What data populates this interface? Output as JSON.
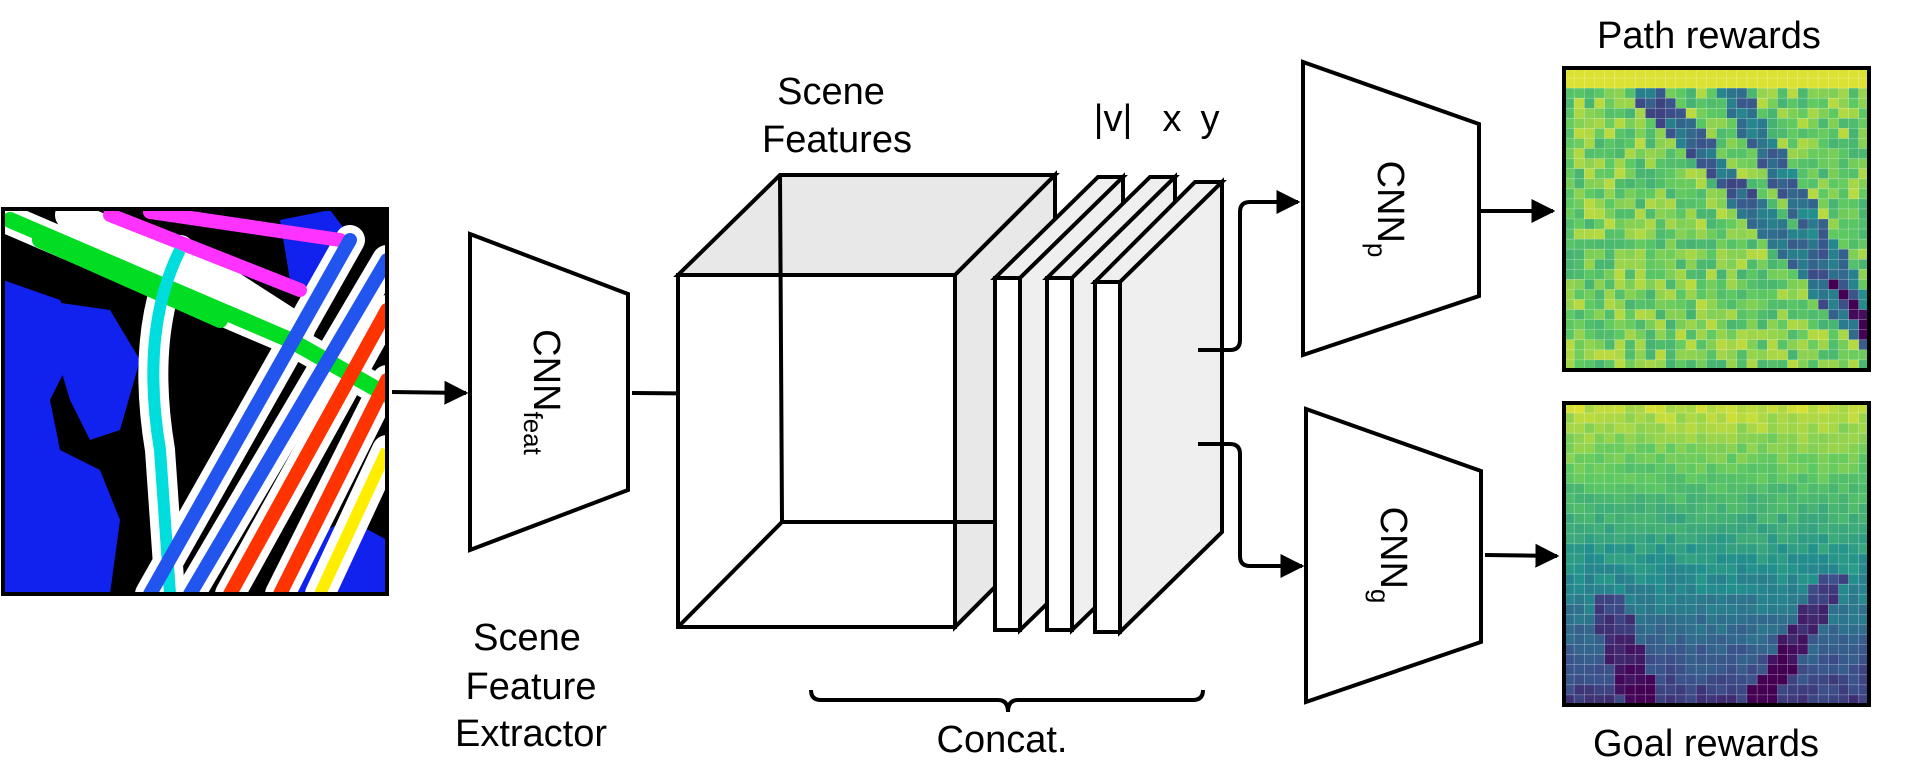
{
  "labels": {
    "scene_features_1": "Scene",
    "scene_features_2": "Features",
    "extractor_1": "Scene",
    "extractor_2": "Feature",
    "extractor_3": "Extractor",
    "concat": "Concat.",
    "v_label": "|v|",
    "x_label": "x",
    "y_label": "y",
    "path_rewards": "Path rewards",
    "goal_rewards": "Goal rewards"
  },
  "cnn_feat": {
    "base": "CNN",
    "sub": "feat"
  },
  "cnn_p": {
    "base": "CNN",
    "sub": "p"
  },
  "cnn_g": {
    "base": "CNN",
    "sub": "g"
  },
  "colors": {
    "stroke": "#000000",
    "box_face": "#ffffff",
    "box_shade": "#e6e6e6",
    "slab_side": "#efefef",
    "map_bg": "#000000",
    "map_lanes": [
      "#2255ee",
      "#00cc33",
      "#ff33ff",
      "#ff3300",
      "#ffee00",
      "#00ccff",
      "#ffffff"
    ],
    "reward_palette": [
      "#440154",
      "#3b528b",
      "#21908d",
      "#5dc962",
      "#fde725"
    ]
  },
  "icons": [
    "scene-map-image",
    "path-reward-heatmap",
    "goal-reward-heatmap"
  ]
}
